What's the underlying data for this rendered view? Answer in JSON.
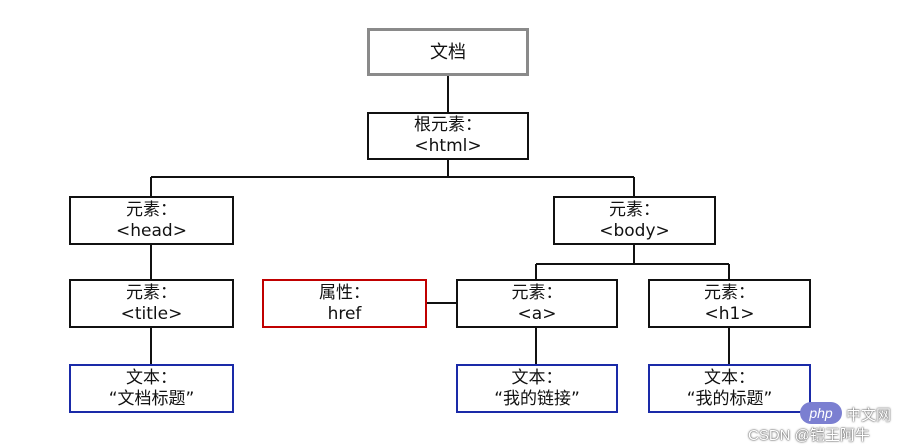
{
  "nodes": {
    "document": {
      "line1": "文档"
    },
    "html": {
      "line1": "根元素：",
      "line2": "<html>"
    },
    "head": {
      "line1": "元素：",
      "line2": "<head>"
    },
    "body": {
      "line1": "元素：",
      "line2": "<body>"
    },
    "title": {
      "line1": "元素：",
      "line2": "<title>"
    },
    "href": {
      "line1": "属性：",
      "line2": "href"
    },
    "a": {
      "line1": "元素：",
      "line2": "<a>"
    },
    "h1": {
      "line1": "元素：",
      "line2": "<h1>"
    },
    "text_title": {
      "line1": "文本：",
      "line2": "“文档标题”"
    },
    "text_link": {
      "line1": "文本：",
      "line2": "“我的链接”"
    },
    "text_h1": {
      "line1": "文本：",
      "line2": "“我的标题”"
    }
  },
  "colors": {
    "element_border": "#111111",
    "document_border": "#8a8a8a",
    "attribute_border": "#c00000",
    "text_border": "#1a2aa8"
  },
  "watermark": {
    "badge": "php",
    "site": "中文网",
    "credit": "CSDN @铠王阿牛"
  }
}
